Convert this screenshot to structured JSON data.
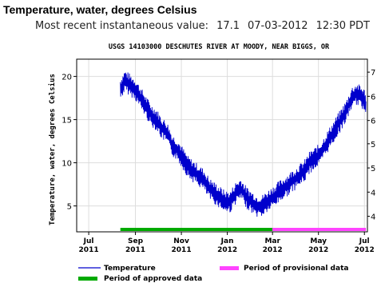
{
  "header": {
    "title": "Temperature, water, degrees Celsius",
    "recent_label": "Most recent instantaneous value:",
    "recent_value": "17.1",
    "recent_date": "07-03-2012",
    "recent_time": "12:30 PDT"
  },
  "chart_data": {
    "type": "line",
    "title": "USGS 14103000 DESCHUTES RIVER AT MOODY, NEAR BIGGS, OR",
    "xlabel": "",
    "ylabel": "Temperature, water, degrees Celsius",
    "ylim": [
      2,
      22
    ],
    "y_ticks": [
      "5",
      "10",
      "15",
      "20"
    ],
    "y_tick_values": [
      5,
      10,
      15,
      20
    ],
    "right_tick_labels": [
      "7",
      "6",
      "6",
      "5",
      "5",
      "4",
      "4"
    ],
    "right_tick_values": [
      20.5,
      17.7,
      14.9,
      12.2,
      9.4,
      6.6,
      3.8
    ],
    "x_range": [
      "2011-06-15",
      "2012-07-05"
    ],
    "x_ticks": [
      {
        "date": "2011-07-01",
        "month": "Jul",
        "year": "2011"
      },
      {
        "date": "2011-09-01",
        "month": "Sep",
        "year": "2011"
      },
      {
        "date": "2011-11-01",
        "month": "Nov",
        "year": "2011"
      },
      {
        "date": "2012-01-01",
        "month": "Jan",
        "year": "2012"
      },
      {
        "date": "2012-03-01",
        "month": "Mar",
        "year": "2012"
      },
      {
        "date": "2012-05-01",
        "month": "May",
        "year": "2012"
      },
      {
        "date": "2012-07-01",
        "month": "Jul",
        "year": "2012"
      }
    ],
    "grid": true,
    "series": [
      {
        "name": "Temperature",
        "color": "#0000cc",
        "x": [
          "2011-08-12",
          "2011-08-18",
          "2011-08-25",
          "2011-09-01",
          "2011-09-08",
          "2011-09-15",
          "2011-09-22",
          "2011-09-29",
          "2011-10-06",
          "2011-10-13",
          "2011-10-20",
          "2011-10-27",
          "2011-11-03",
          "2011-11-10",
          "2011-11-17",
          "2011-11-24",
          "2011-12-01",
          "2011-12-08",
          "2011-12-15",
          "2011-12-22",
          "2011-12-29",
          "2012-01-05",
          "2012-01-12",
          "2012-01-19",
          "2012-01-26",
          "2012-02-02",
          "2012-02-09",
          "2012-02-16",
          "2012-02-23",
          "2012-03-01",
          "2012-03-08",
          "2012-03-15",
          "2012-03-22",
          "2012-03-29",
          "2012-04-05",
          "2012-04-12",
          "2012-04-19",
          "2012-04-26",
          "2012-05-03",
          "2012-05-10",
          "2012-05-17",
          "2012-05-24",
          "2012-05-31",
          "2012-06-07",
          "2012-06-14",
          "2012-06-21",
          "2012-06-28",
          "2012-07-03"
        ],
        "values": [
          18.5,
          19.5,
          19.0,
          18.5,
          17.5,
          16.5,
          15.5,
          15.0,
          14.0,
          13.5,
          12.0,
          11.5,
          10.5,
          9.5,
          9.0,
          8.5,
          8.0,
          7.0,
          6.5,
          6.0,
          5.5,
          5.5,
          6.5,
          7.0,
          6.0,
          5.5,
          5.0,
          5.0,
          5.5,
          6.0,
          6.5,
          7.0,
          7.5,
          8.0,
          8.5,
          9.0,
          10.0,
          10.5,
          11.0,
          12.0,
          13.0,
          14.0,
          15.0,
          16.0,
          17.5,
          18.0,
          17.5,
          17.1
        ]
      }
    ],
    "periods": [
      {
        "name": "Period of approved data",
        "color": "#00aa00",
        "start": "2011-08-12",
        "end": "2012-03-01"
      },
      {
        "name": "Period of provisional data",
        "color": "#ff44ff",
        "start": "2012-03-01",
        "end": "2012-07-03"
      }
    ],
    "legend_position": "bottom"
  }
}
